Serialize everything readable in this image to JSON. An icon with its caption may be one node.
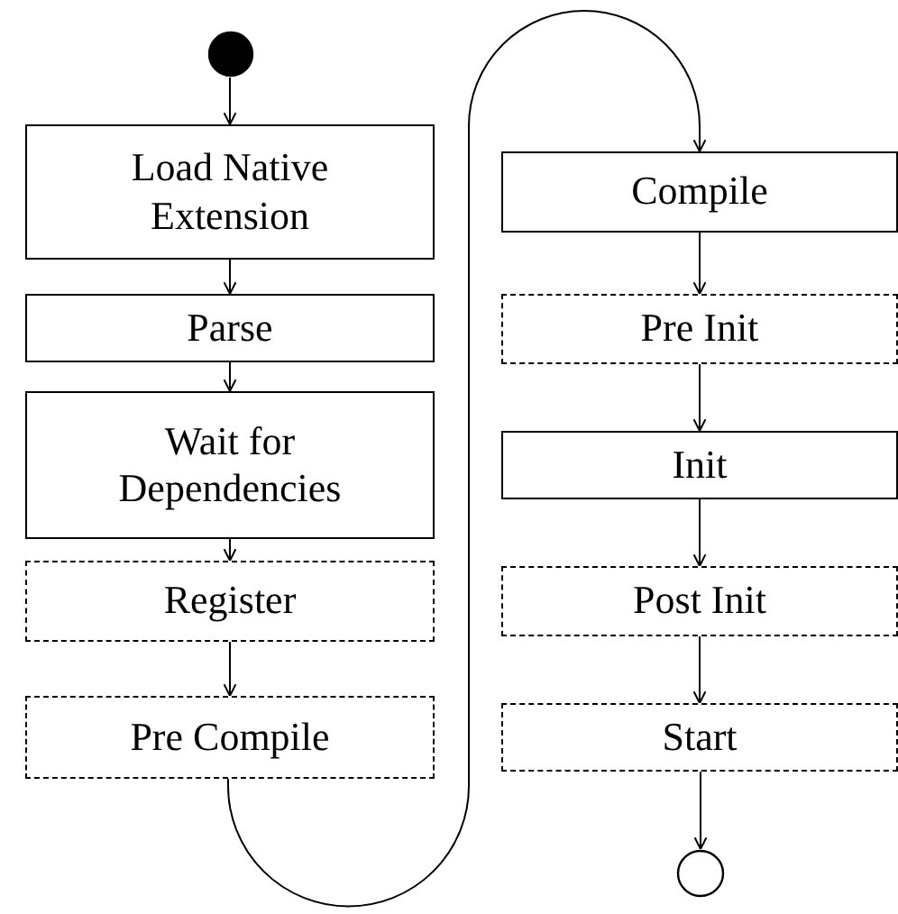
{
  "diagram": {
    "nodes": [
      {
        "text": [],
        "shape": "circle"
      },
      {
        "text": [
          "Load Native Extension"
        ]
      },
      {
        "text": [
          "Parse"
        ]
      },
      {
        "text": [
          "Wait for Dependencies"
        ]
      },
      {
        "text": [
          "Register"
        ]
      },
      {
        "text": [
          "Pre Compile"
        ]
      },
      {
        "text": [
          "Compile"
        ]
      },
      {
        "text": [
          "Pre Init"
        ]
      },
      {
        "text": [
          "Init"
        ]
      },
      {
        "text": [
          "Post Init"
        ]
      },
      {
        "text": [
          "Start"
        ]
      },
      {
        "text": [],
        "shape": "circle"
      }
    ],
    "edges": [
      {
        "from": 0,
        "to": 1,
        "arrow": "to"
      },
      {
        "from": 1,
        "to": 2,
        "arrow": "to"
      },
      {
        "from": 2,
        "to": 3,
        "arrow": "to"
      },
      {
        "from": 3,
        "to": 4,
        "arrow": "to"
      },
      {
        "from": 4,
        "to": 5,
        "arrow": "to"
      },
      {
        "from": 5,
        "to": 6,
        "arrow": "to"
      },
      {
        "from": 6,
        "to": 7,
        "arrow": "to"
      },
      {
        "from": 7,
        "to": 8,
        "arrow": "to"
      },
      {
        "from": 8,
        "to": 9,
        "arrow": "to"
      },
      {
        "from": 9,
        "to": 10,
        "arrow": "to"
      },
      {
        "from": 10,
        "to": 11,
        "arrow": "to"
      }
    ]
  }
}
